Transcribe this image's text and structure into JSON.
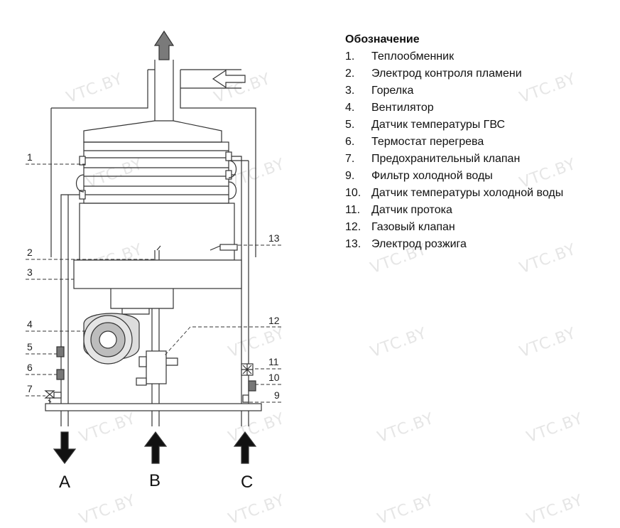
{
  "watermark_text": "VTC.BY",
  "legend": {
    "title": "Обозначение",
    "items": [
      {
        "num": "1.",
        "label": "Теплообменник"
      },
      {
        "num": "2.",
        "label": "Электрод контроля пламени"
      },
      {
        "num": "3.",
        "label": "Горелка"
      },
      {
        "num": "4.",
        "label": "Вентилятор"
      },
      {
        "num": "5.",
        "label": "Датчик температуры ГВС"
      },
      {
        "num": "6.",
        "label": "Термостат перегрева"
      },
      {
        "num": "7.",
        "label": "Предохранительный клапан"
      },
      {
        "num": "9.",
        "label": "Фильтр холодной воды"
      },
      {
        "num": "10.",
        "label": "Датчик температуры холодной воды"
      },
      {
        "num": "11.",
        "label": "Датчик протока"
      },
      {
        "num": "12.",
        "label": "Газовый клапан"
      },
      {
        "num": "13.",
        "label": "Электрод розжига"
      }
    ]
  },
  "callouts": {
    "c1": "1",
    "c2": "2",
    "c3": "3",
    "c4": "4",
    "c5": "5",
    "c6": "6",
    "c7": "7",
    "c9": "9",
    "c10": "10",
    "c11": "11",
    "c12": "12",
    "c13": "13"
  },
  "ports": {
    "a": "A",
    "b": "B",
    "c": "C"
  }
}
